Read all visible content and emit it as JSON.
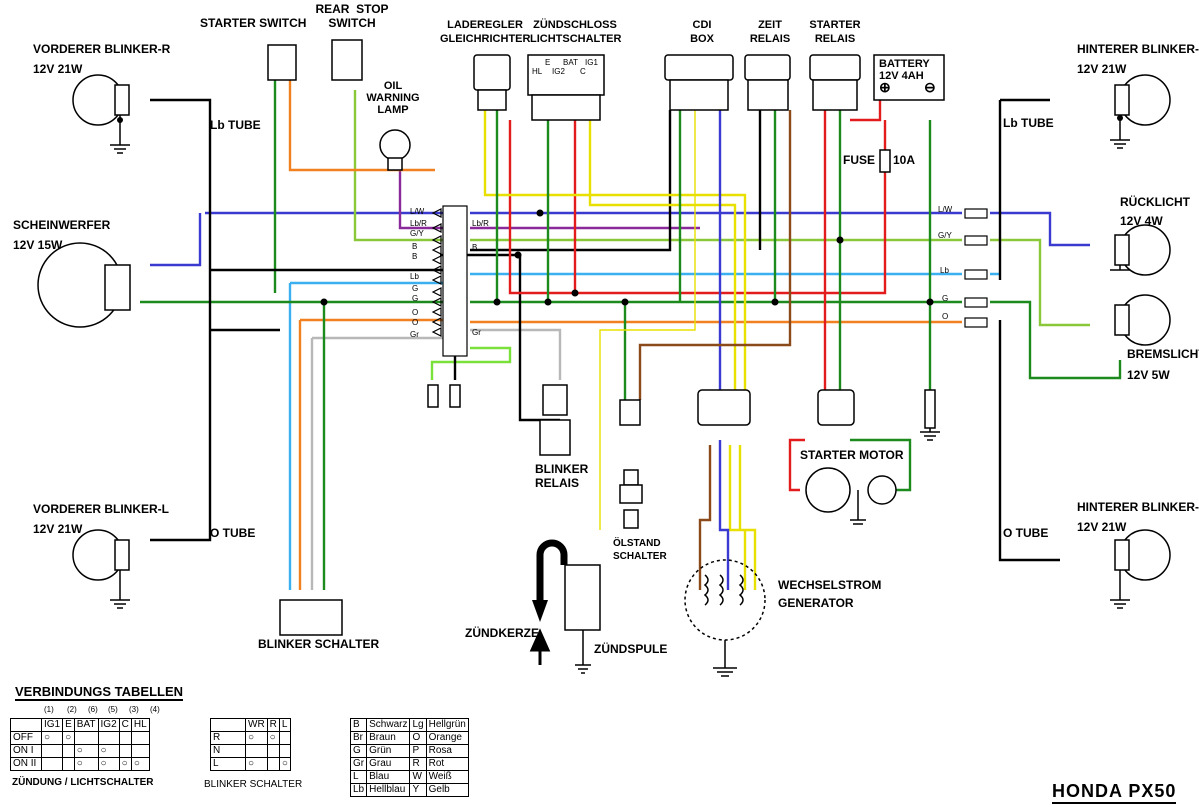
{
  "title": "HONDA PX50",
  "components": {
    "starter_switch": "STARTER SWITCH",
    "rear_stop_switch": "REAR  STOP\nSWITCH",
    "oil_lamp": "OIL\nWARNING\nLAMP",
    "laderegler": "LADEREGLER\nGLEICHRICHTER",
    "zuendschloss": "ZÜNDSCHLOSS\nLICHTSCHALTER",
    "cdi": "CDI\nBOX",
    "zeit_relais": "ZEIT\nRELAIS",
    "starter_relais": "STARTER\nRELAIS",
    "battery": "BATTERY",
    "battery_spec": "12V   4AH",
    "vorderer_r": "VORDERER BLINKER-R",
    "vorderer_r_spec": "12V 21W",
    "scheinwerfer": "SCHEINWERFER",
    "scheinwerfer_spec": "12V 15W",
    "vorderer_l": "VORDERER BLINKER-L",
    "vorderer_l_spec": "12V 21W",
    "hinterer_r": "HINTERER BLINKER-R",
    "hinterer_r_spec": "12V 21W",
    "ruecklicht": "RÜCKLICHT",
    "ruecklicht_spec": "12V 4W",
    "bremslicht": "BREMSLICHT",
    "bremslicht_spec": "12V 5W",
    "hinterer_l": "HINTERER BLINKER-L",
    "hinterer_l_spec": "12V 21W",
    "fuse": "FUSE",
    "fuse_spec": "10A",
    "lb_tube": "Lb TUBE",
    "o_tube": "O TUBE",
    "blinker_relais": "BLINKER\nRELAIS",
    "oelstand": "ÖLSTAND\nSCHALTER",
    "zuendkerze": "ZÜNDKERZE",
    "zuendspule": "ZÜNDSPULE",
    "generator": "WECHSELSTROM\nGENERATOR",
    "starter_motor": "STARTER MOTOR",
    "blinker_schalter": "BLINKER SCHALTER",
    "switch_terms": [
      "HL",
      "E",
      "IG2",
      "BAT",
      "IG1",
      "C"
    ]
  },
  "tables": {
    "heading": "VERBINDUNGS TABELLEN",
    "ign": {
      "nums": [
        "(1)",
        "(2)",
        "(6)",
        "(5)",
        "(3)",
        "(4)"
      ],
      "cols": [
        "IG1",
        "E",
        "BAT",
        "IG2",
        "C",
        "HL"
      ],
      "rows": [
        "OFF",
        "ON I",
        "ON II"
      ],
      "caption": "ZÜNDUNG / LICHTSCHALTER"
    },
    "blink": {
      "cols": [
        "WR",
        "R",
        "L"
      ],
      "rows": [
        "R",
        "N",
        "L"
      ],
      "caption": "BLINKER SCHALTER"
    },
    "colors": [
      [
        "B",
        "Schwarz",
        "Lg",
        "Hellgrün"
      ],
      [
        "Br",
        "Braun",
        "O",
        "Orange"
      ],
      [
        "G",
        "Grün",
        "P",
        "Rosa"
      ],
      [
        "Gr",
        "Grau",
        "R",
        "Rot"
      ],
      [
        "L",
        "Blau",
        "W",
        "Weiß"
      ],
      [
        "Lb",
        "Hellblau",
        "Y",
        "Gelb"
      ]
    ]
  },
  "wire_codes": {
    "left": [
      "L/W",
      "Lb/R",
      "G/Y",
      "B",
      "B",
      "Lb",
      "G",
      "G",
      "O",
      "O",
      "Gr"
    ],
    "right": [
      "L/W",
      "Lb/R",
      "G/Y",
      "B",
      "Lb",
      "G",
      "O",
      "Gr"
    ]
  },
  "wire_colors": {
    "black": "#000000",
    "green": "#1c8a1c",
    "blue": "#3a3ad0",
    "lightblue": "#3ab0f0",
    "red": "#e21c1c",
    "yellow": "#e8e000",
    "orange": "#f08020",
    "purple": "#8a2a9a",
    "brown": "#8a4a1a",
    "grey": "#b8b8b8",
    "lightgreen": "#7ae03a"
  }
}
